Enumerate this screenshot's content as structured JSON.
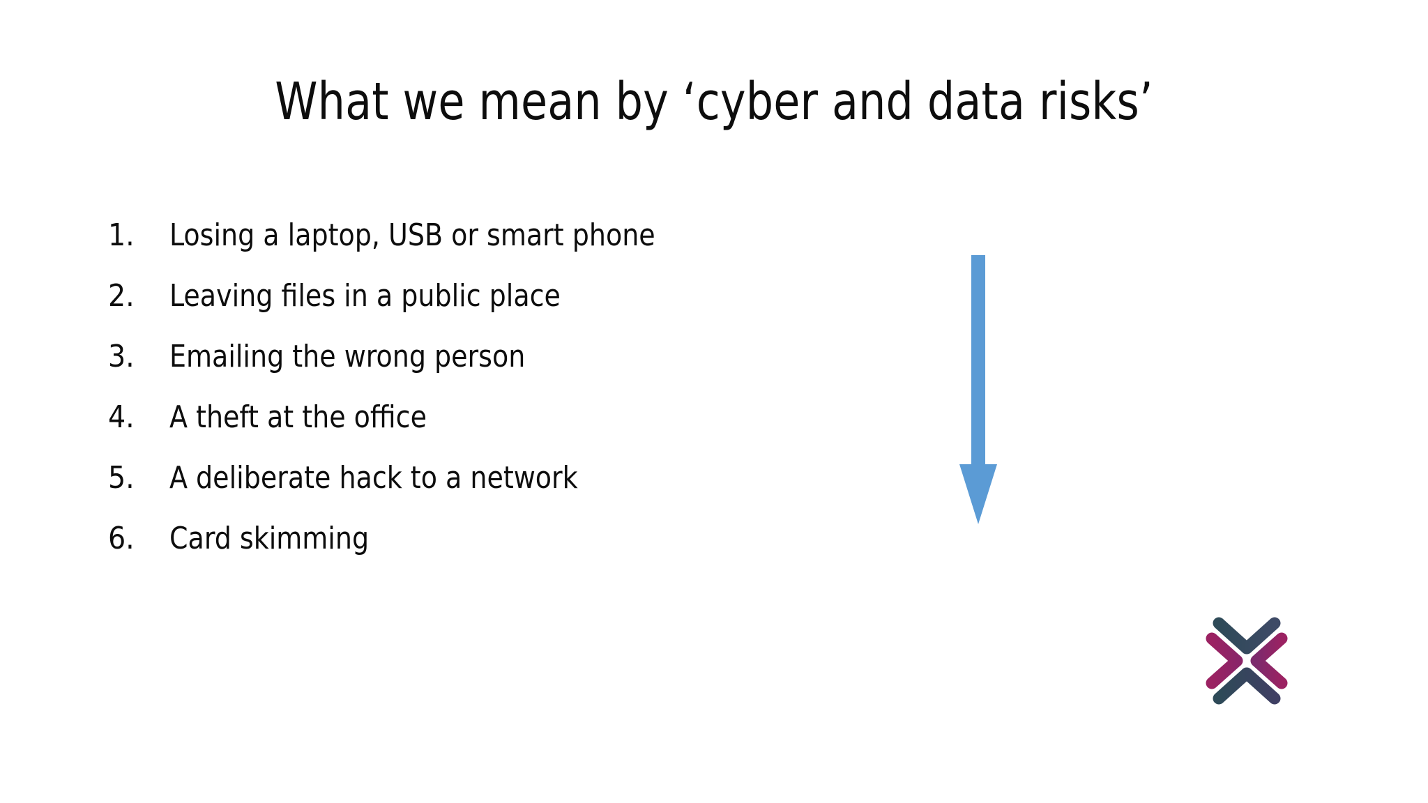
{
  "slide": {
    "title": "What we mean by ‘cyber and data risks’",
    "background_color": "#FFFFFF",
    "text_color": "#0D0D0D"
  },
  "risk_list": {
    "type": "ordered-numeric",
    "items": [
      {
        "number": "1.",
        "label": "Losing a laptop, USB or smart phone"
      },
      {
        "number": "2.",
        "label": "Leaving files in a public place"
      },
      {
        "number": "3.",
        "label": "Emailing the wrong person"
      },
      {
        "number": "4.",
        "label": "A theft at the office"
      },
      {
        "number": "5.",
        "label": "A deliberate hack to a network"
      },
      {
        "number": "6.",
        "label": "Card skimming"
      }
    ]
  },
  "arrow": {
    "icon": "down-arrow-icon",
    "direction": "down",
    "color": "#5B9BD5"
  },
  "logo": {
    "icon": "x-chevron-logo-icon",
    "colors": {
      "teal": "#2E4A58",
      "magenta": "#97235F",
      "purple": "#7B2A6B"
    }
  }
}
